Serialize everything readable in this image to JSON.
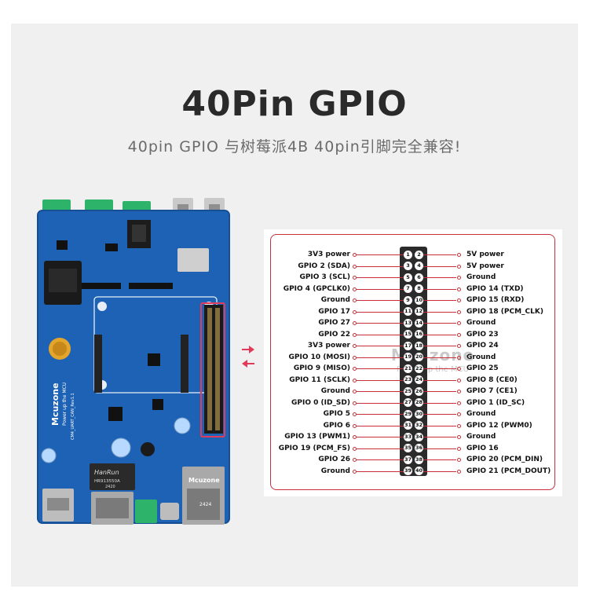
{
  "title": "40Pin GPIO",
  "subtitle": "40pin GPIO 与树莓派4B 40pin引脚完全兼容!",
  "watermark": {
    "brand": "Mcuzone",
    "tagline": "Power up the MCU"
  },
  "board": {
    "brand": "Mcuzone",
    "tagline": "Power up the MCU",
    "board_label": "CM4_UART_CAN_Rev1.1",
    "chip_label": "HanRun",
    "chip_model": "HR913550A",
    "chip_code": "2420",
    "rj45_brand": "Mcuzone",
    "rj45_code": "2424"
  },
  "colors": {
    "accent": "#c7303a",
    "board_blue": "#1e62b5",
    "terminal_green": "#2db36a",
    "header_black": "#2b2b2b",
    "background": "#f0f0f0"
  },
  "pins": [
    {
      "left": "3V3 power",
      "left_no": "1",
      "right_no": "2",
      "right": "5V power"
    },
    {
      "left": "GPIO 2 (SDA)",
      "left_no": "3",
      "right_no": "4",
      "right": "5V power"
    },
    {
      "left": "GPIO 3 (SCL)",
      "left_no": "5",
      "right_no": "6",
      "right": "Ground"
    },
    {
      "left": "GPIO 4 (GPCLK0)",
      "left_no": "7",
      "right_no": "8",
      "right": "GPIO 14 (TXD)"
    },
    {
      "left": "Ground",
      "left_no": "9",
      "right_no": "10",
      "right": "GPIO 15 (RXD)"
    },
    {
      "left": "GPIO 17",
      "left_no": "11",
      "right_no": "12",
      "right": "GPIO 18 (PCM_CLK)"
    },
    {
      "left": "GPIO 27",
      "left_no": "13",
      "right_no": "14",
      "right": "Ground"
    },
    {
      "left": "GPIO 22",
      "left_no": "15",
      "right_no": "16",
      "right": "GPIO 23"
    },
    {
      "left": "3V3 power",
      "left_no": "17",
      "right_no": "18",
      "right": "GPIO 24"
    },
    {
      "left": "GPIO 10 (MOSI)",
      "left_no": "19",
      "right_no": "20",
      "right": "Ground"
    },
    {
      "left": "GPIO 9 (MISO)",
      "left_no": "21",
      "right_no": "22",
      "right": "GPIO 25"
    },
    {
      "left": "GPIO 11 (SCLK)",
      "left_no": "23",
      "right_no": "24",
      "right": "GPIO 8 (CE0)"
    },
    {
      "left": "Ground",
      "left_no": "25",
      "right_no": "26",
      "right": "GPIO 7 (CE1)"
    },
    {
      "left": "GPIO 0 (ID_SD)",
      "left_no": "27",
      "right_no": "28",
      "right": "GPIO 1 (ID_SC)"
    },
    {
      "left": "GPIO 5",
      "left_no": "29",
      "right_no": "30",
      "right": "Ground"
    },
    {
      "left": "GPIO 6",
      "left_no": "31",
      "right_no": "32",
      "right": "GPIO 12 (PWM0)"
    },
    {
      "left": "GPIO 13 (PWM1)",
      "left_no": "33",
      "right_no": "34",
      "right": "Ground"
    },
    {
      "left": "GPIO 19 (PCM_FS)",
      "left_no": "35",
      "right_no": "36",
      "right": "GPIO 16"
    },
    {
      "left": "GPIO 26",
      "left_no": "37",
      "right_no": "38",
      "right": "GPIO 20 (PCM_DIN)"
    },
    {
      "left": "Ground",
      "left_no": "39",
      "right_no": "40",
      "right": "GPIO 21 (PCM_DOUT)"
    }
  ]
}
